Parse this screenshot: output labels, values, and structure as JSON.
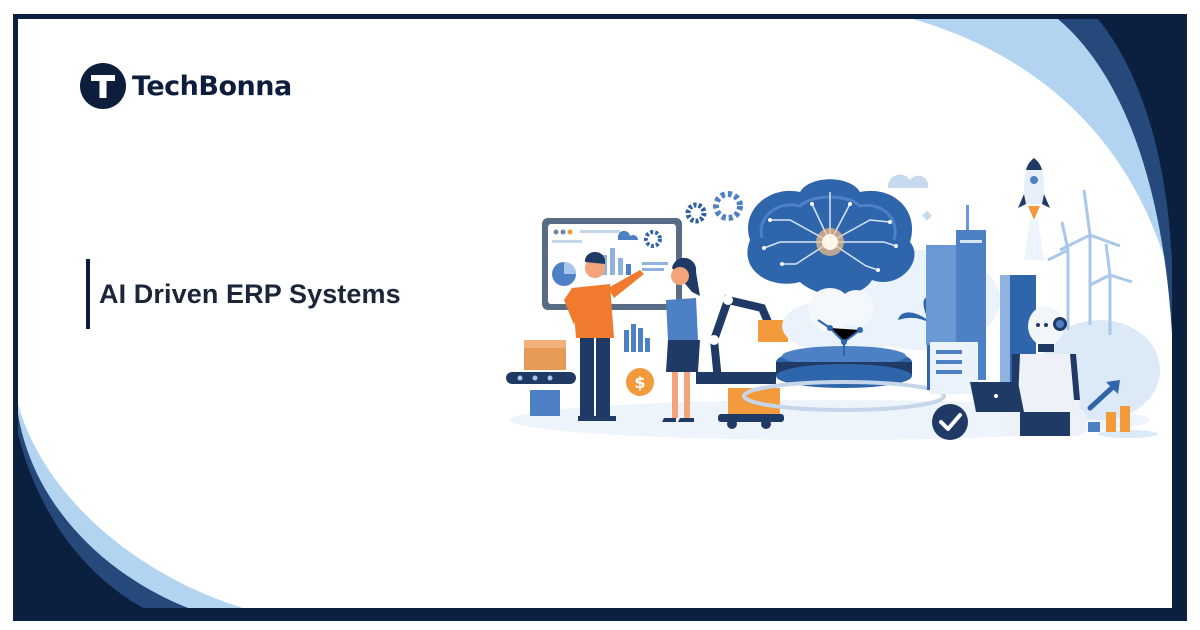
{
  "brand": {
    "name": "TechBonna",
    "logo_letter": "T",
    "logo_icon": "techbonna-logo-icon"
  },
  "hero": {
    "title": "AI Driven ERP Systems"
  },
  "illustration": {
    "description": "AI ERP scene: business people at analytics dashboard, AI brain with circuits, robotic arm, cloud hub, city buildings, rocket, wind turbines, robot with laptop, growth chart",
    "elements": [
      "dashboard-monitor",
      "man-pointing",
      "woman-thinking",
      "gear-icons",
      "ai-brain",
      "robotic-arm",
      "delivery-cart",
      "cloud-network-hub",
      "palm-tree",
      "city-buildings",
      "rocket",
      "wind-turbines",
      "robot-with-laptop",
      "checkmark-badge",
      "growth-bar-chart",
      "dollar-coin",
      "conveyor-box"
    ]
  },
  "colors": {
    "navy": "#0b1f3f",
    "mid_blue": "#24497a",
    "light_blue": "#b3d4f0",
    "accent_blue": "#3b6fb6",
    "orange": "#f39a3c",
    "text": "#1b2638"
  }
}
